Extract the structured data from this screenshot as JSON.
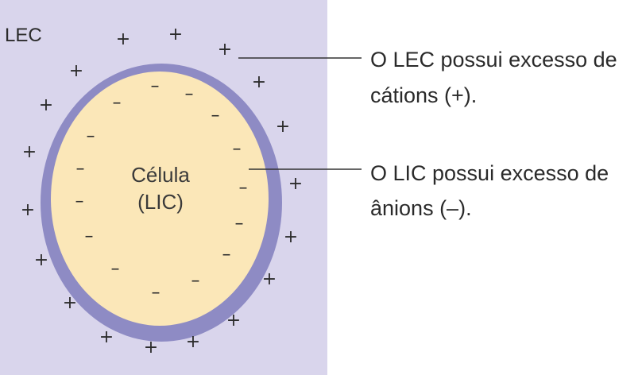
{
  "colors": {
    "extracellular_fill": "#d9d5ec",
    "membrane": "#8e8bc4",
    "cytoplasm": "#fbe7b8",
    "symbol": "#2b2b2b",
    "leader_line": "#333333"
  },
  "labels": {
    "lec": "LEC",
    "cell_line1": "Célula",
    "cell_line2": "(LIC)"
  },
  "annotations": [
    {
      "line1": "O LEC possui excesso de",
      "line2": "cátions (+)."
    },
    {
      "line1": "O LIC possui excesso de",
      "line2": "ânions (–)."
    }
  ],
  "symbols": {
    "cation": "+",
    "anion": "–"
  }
}
